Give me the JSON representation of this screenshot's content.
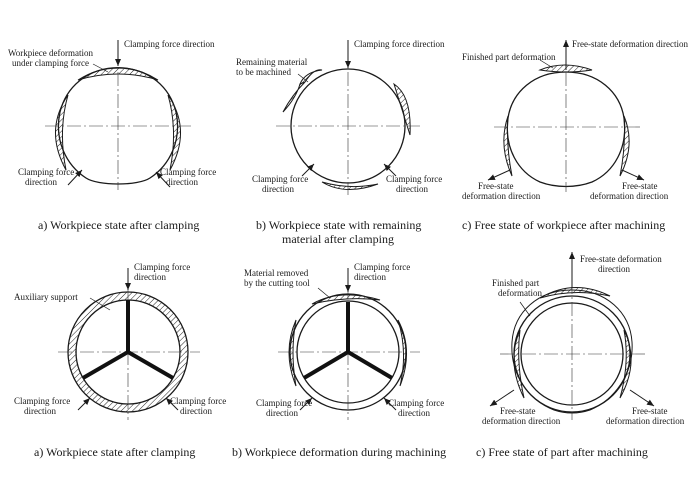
{
  "panels": [
    {
      "labels": [
        "Clamping force direction",
        "Workpiece deformation",
        "under clamping force",
        "Clamping force",
        "direction",
        "Clamping force",
        "direction"
      ],
      "caption": [
        "a)  Workpiece state after clamping"
      ]
    },
    {
      "labels": [
        "Clamping force direction",
        "Remaining material",
        "to be machined",
        "Clamping force",
        "direction",
        "Clamping force",
        "direction"
      ],
      "caption": [
        "b)  Workpiece state with remaining",
        "material after clamping"
      ]
    },
    {
      "labels": [
        "Free-state deformation direction",
        "Finished part deformation",
        "Free-state",
        "deformation direction",
        "Free-state",
        "deformation direction"
      ],
      "caption": [
        "c)  Free state of workpiece after machining"
      ]
    },
    {
      "labels": [
        "Clamping force",
        "direction",
        "Auxiliary support",
        "Clamping force",
        "direction",
        "Clamping force",
        "direction"
      ],
      "caption": [
        "a)  Workpiece state after clamping"
      ]
    },
    {
      "labels": [
        "Clamping force",
        "direction",
        "Material removed",
        "by the cutting tool",
        "Clamping force",
        "direction",
        "Clamping force",
        "direction"
      ],
      "caption": [
        "b) Workpiece deformation during machining"
      ]
    },
    {
      "labels": [
        "Free-state deformation",
        "direction",
        "Finished part",
        "deformation",
        "Free-state",
        "deformation direction",
        "Free-state",
        "deformation direction"
      ],
      "caption": [
        "c)  Free state of part after machining"
      ]
    }
  ]
}
